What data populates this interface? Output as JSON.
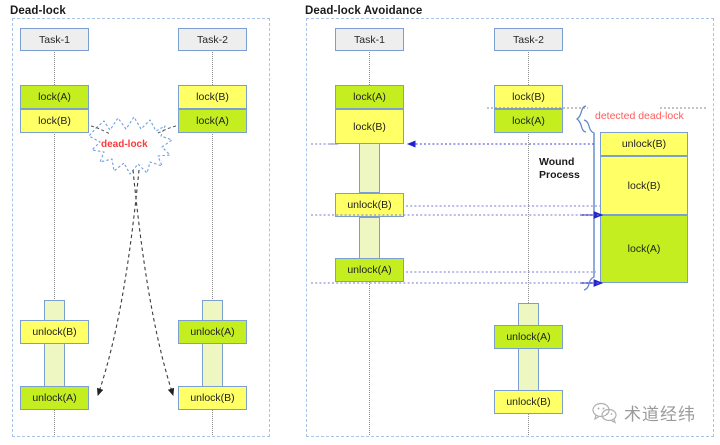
{
  "figure": {
    "left_panel": {
      "title": "Dead-lock",
      "tasks": [
        {
          "name": "Task-1"
        },
        {
          "name": "Task-2"
        }
      ],
      "task1_actions": [
        {
          "label": "lock(A)",
          "color": "green"
        },
        {
          "label": "lock(B)",
          "color": "yellow"
        },
        {
          "label": "unlock(B)",
          "color": "yellow"
        },
        {
          "label": "unlock(A)",
          "color": "green"
        }
      ],
      "task2_actions": [
        {
          "label": "lock(B)",
          "color": "yellow"
        },
        {
          "label": "lock(A)",
          "color": "green"
        },
        {
          "label": "unlock(A)",
          "color": "green"
        },
        {
          "label": "unlock(B)",
          "color": "yellow"
        }
      ],
      "burst_label": "dead-lock"
    },
    "right_panel": {
      "title": "Dead-lock Avoidance",
      "tasks": [
        {
          "name": "Task-1"
        },
        {
          "name": "Task-2"
        }
      ],
      "task1_actions": [
        {
          "label": "lock(A)",
          "color": "green"
        },
        {
          "label": "lock(B)",
          "color": "yellow"
        },
        {
          "label": "unlock(B)",
          "color": "yellow"
        },
        {
          "label": "unlock(A)",
          "color": "green"
        }
      ],
      "task2_actions": [
        {
          "label": "lock(B)",
          "color": "yellow"
        },
        {
          "label": "lock(A)",
          "color": "green"
        },
        {
          "label": "unlock(A)",
          "color": "green"
        },
        {
          "label": "unlock(B)",
          "color": "yellow"
        }
      ],
      "wound_stack": [
        {
          "label": "unlock(B)",
          "color": "yellow"
        },
        {
          "label": "lock(B)",
          "color": "yellow"
        },
        {
          "label": "lock(A)",
          "color": "green"
        }
      ],
      "detected_label": "detected dead-lock",
      "wound_label_line1": "Wound",
      "wound_label_line2": "Process"
    },
    "watermark": {
      "text": "术道经纬",
      "icon": "wechat-icon"
    },
    "colors": {
      "green": "#c4ee20",
      "yellow": "#ffff66",
      "pale": "#eef7c2",
      "box_border": "#7b9fd0",
      "panel_border": "#a8c4e8",
      "red": "#ff5b5b",
      "blue_arrow": "#3333cc",
      "lifeline": "#8a8a8a"
    }
  }
}
